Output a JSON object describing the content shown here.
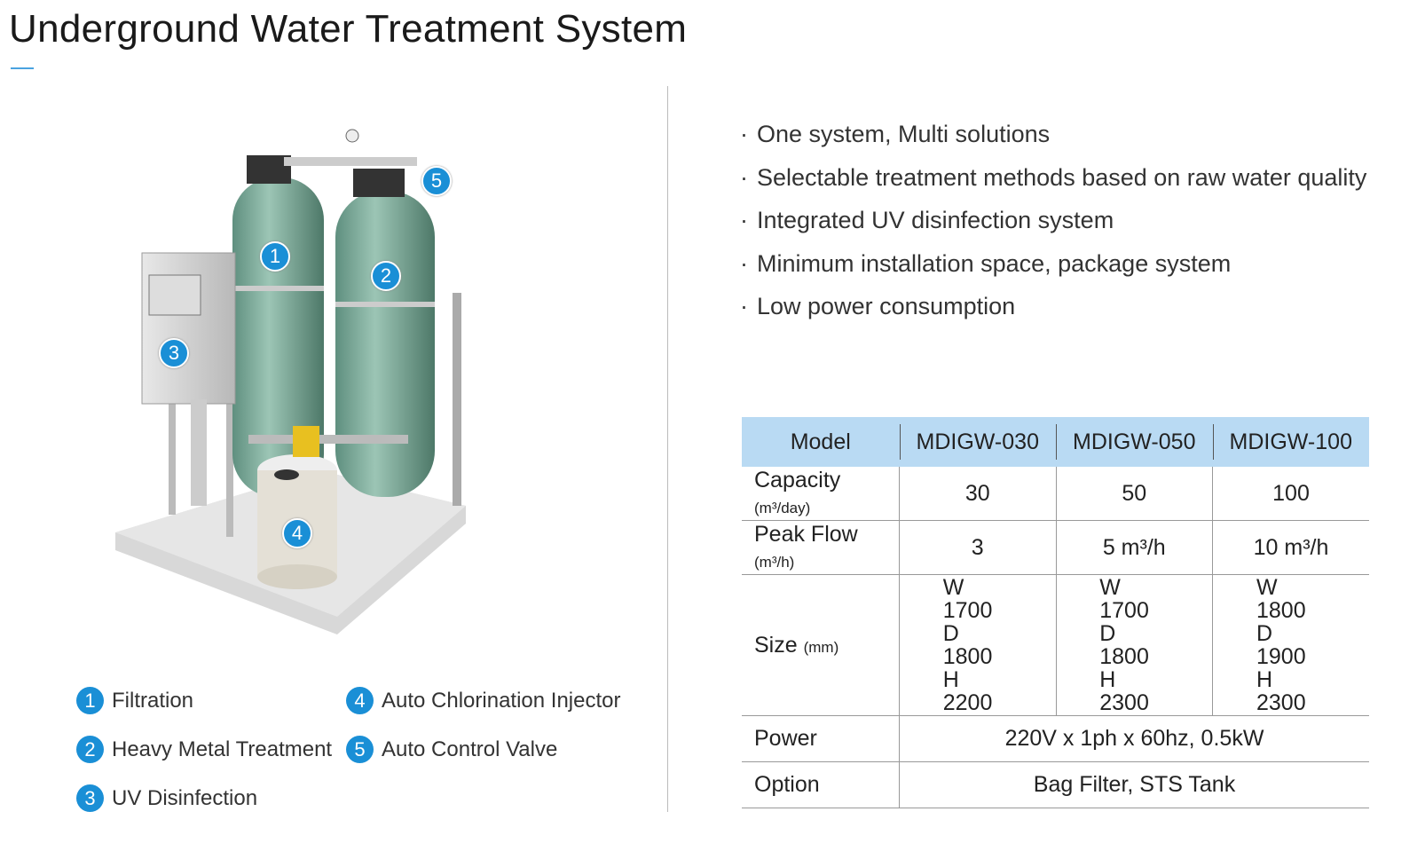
{
  "title": "Underground Water Treatment System",
  "features": [
    "One system, Multi solutions",
    "Selectable treatment methods based on raw water quality",
    "Integrated UV disinfection system",
    "Minimum installation space, package system",
    "Low power consumption"
  ],
  "legend": [
    {
      "num": "1",
      "label": "Filtration"
    },
    {
      "num": "2",
      "label": "Heavy Metal Treatment"
    },
    {
      "num": "3",
      "label": "UV Disinfection"
    },
    {
      "num": "4",
      "label": "Auto Chlorination Injector"
    },
    {
      "num": "5",
      "label": "Auto Control Valve"
    }
  ],
  "table": {
    "header": [
      "Model",
      "MDIGW-030",
      "MDIGW-050",
      "MDIGW-100"
    ],
    "capacity": {
      "label": "Capacity",
      "unit": "(m³/day)",
      "values": [
        "30",
        "50",
        "100"
      ]
    },
    "peak_flow": {
      "label": "Peak Flow",
      "unit": "(m³/h)",
      "values": [
        "3",
        "5 m³/h",
        "10 m³/h"
      ]
    },
    "size": {
      "label": "Size",
      "unit": "(mm)",
      "values": [
        [
          "W 1700",
          "D 1800",
          "H 2200"
        ],
        [
          "W 1700",
          "D 1800",
          "H 2300"
        ],
        [
          "W 1800",
          "D 1900",
          "H 2300"
        ]
      ]
    },
    "power": {
      "label": "Power",
      "value": "220V x 1ph x 60hz, 0.5kW"
    },
    "option": {
      "label": "Option",
      "value": "Bag Filter, STS Tank"
    }
  },
  "colors": {
    "accent": "#1a8fd6",
    "header_bg": "#b9daf3",
    "tank": "#7fae9c"
  }
}
